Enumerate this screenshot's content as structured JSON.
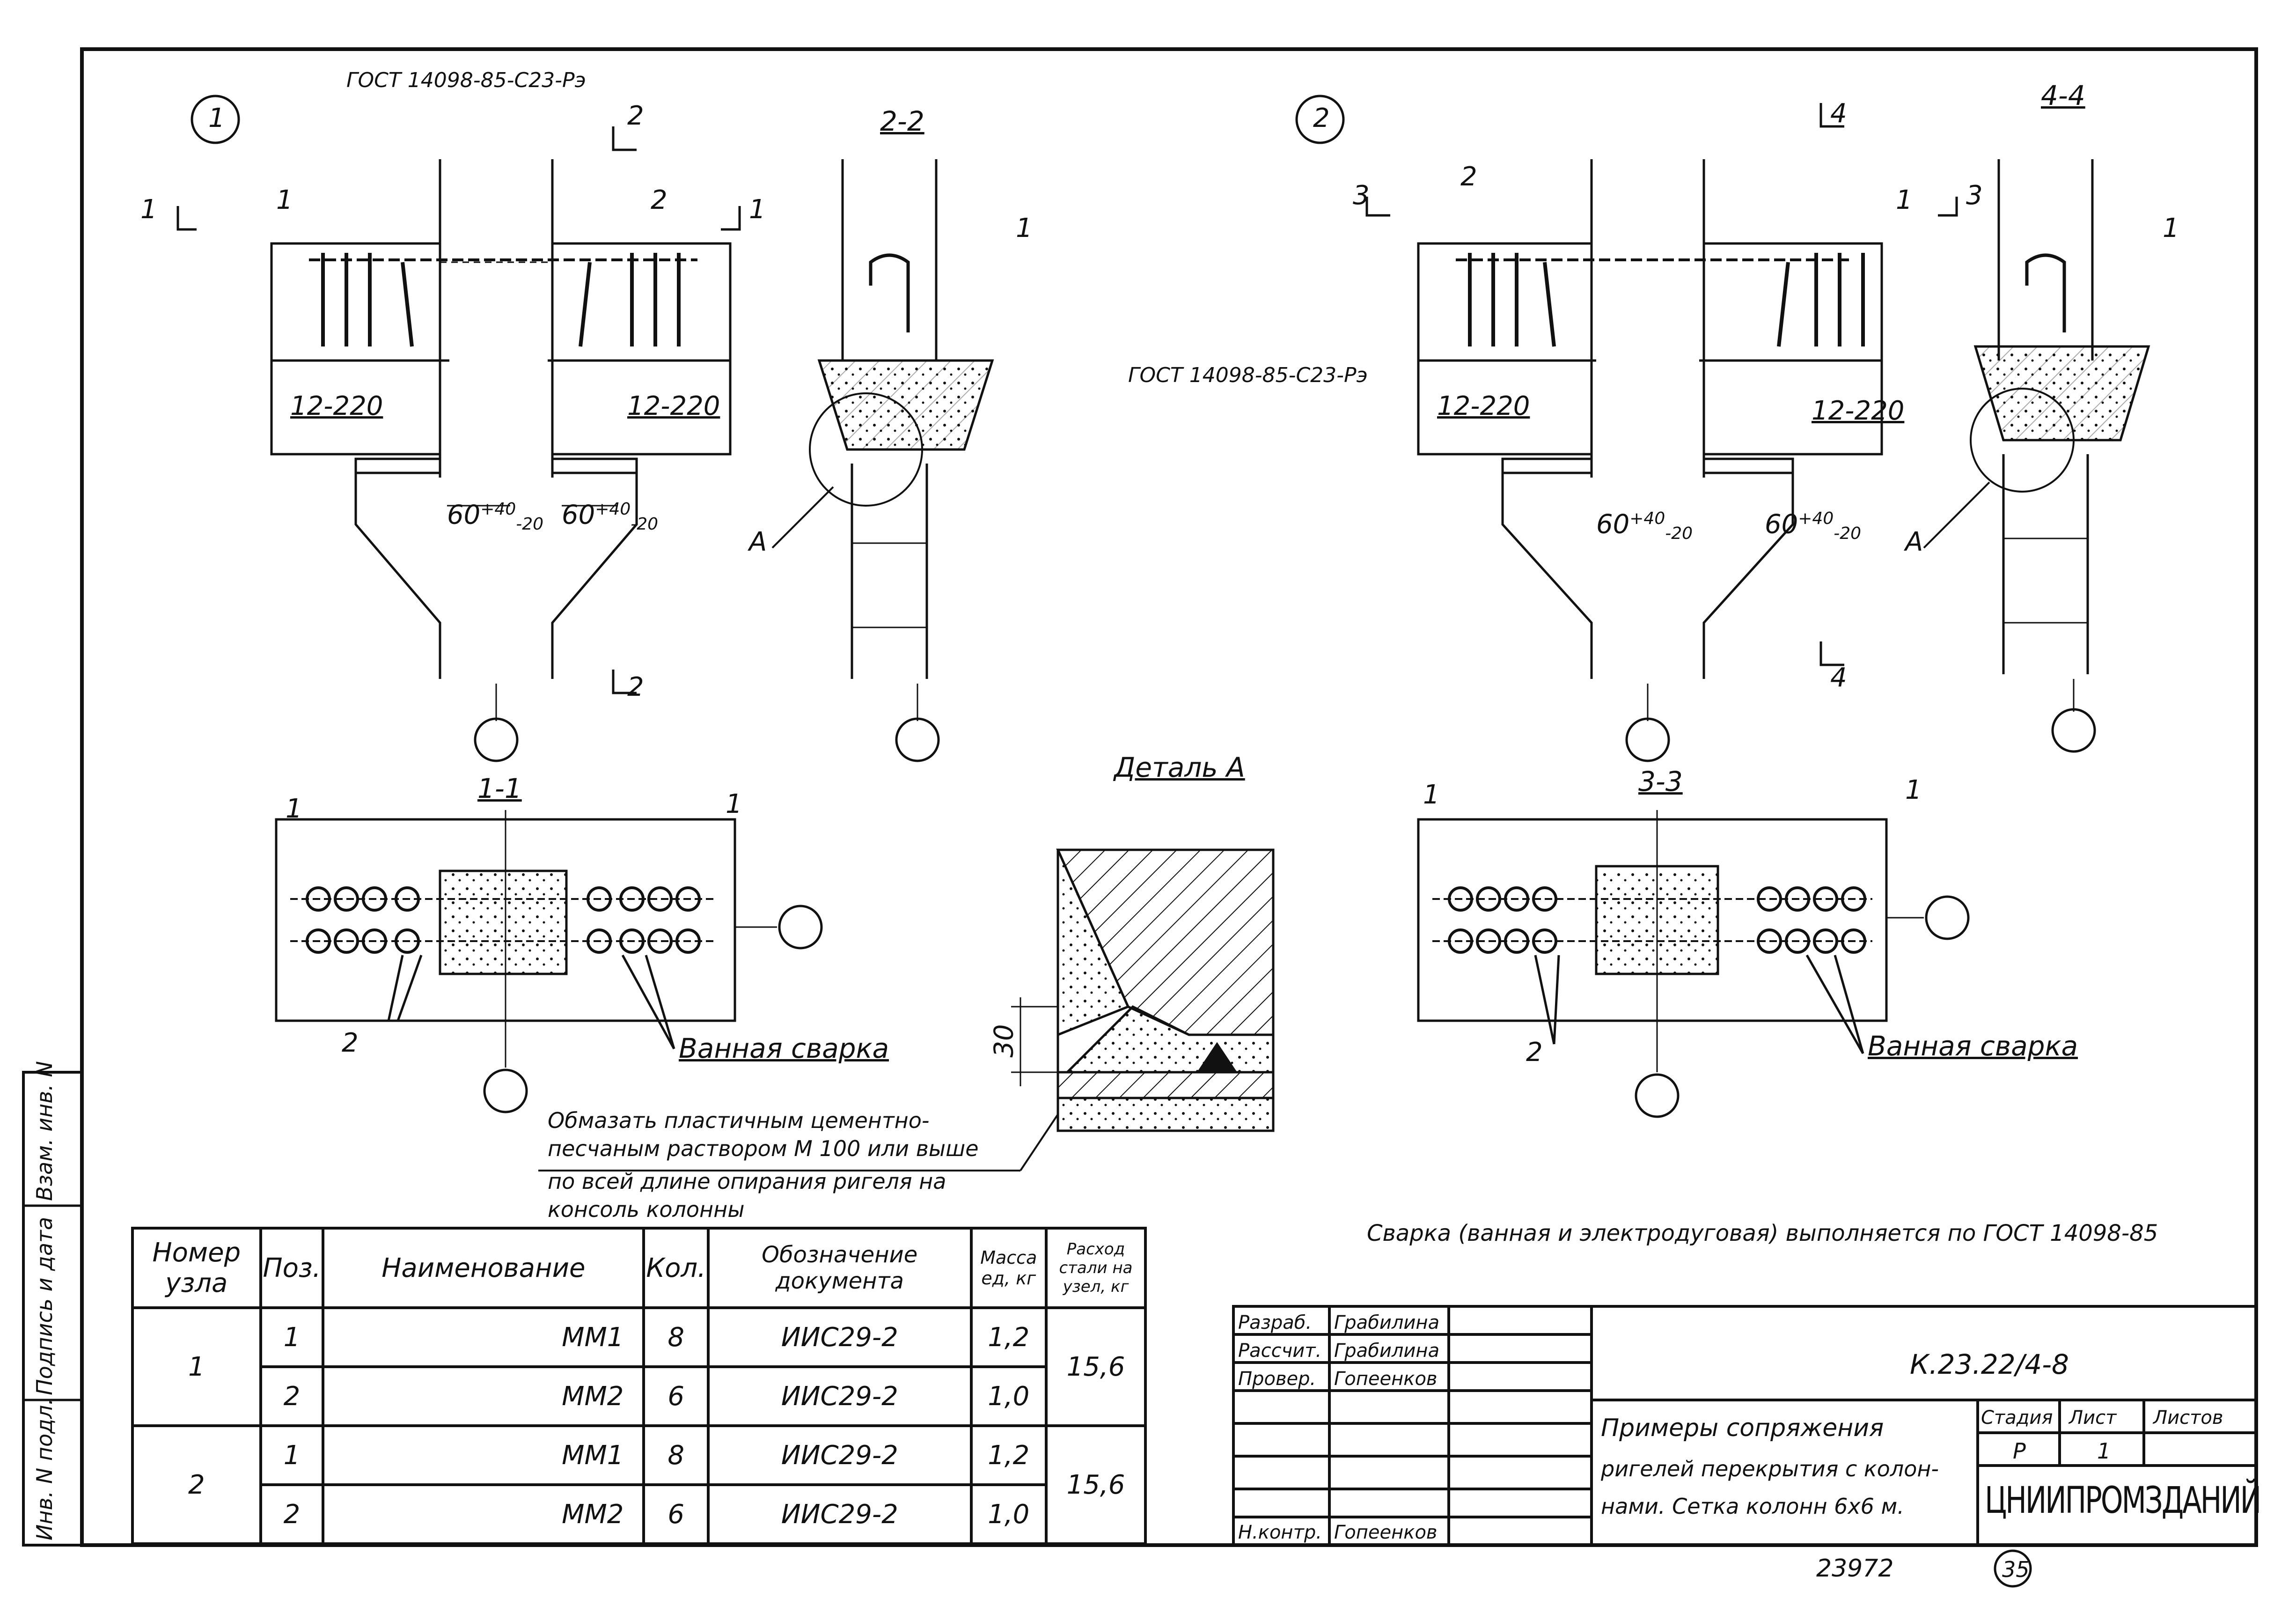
{
  "nodes": [
    {
      "number": "1",
      "section_a": "1-1",
      "section_b": "2-2"
    },
    {
      "number": "2",
      "section_a": "3-3",
      "section_b": "4-4"
    }
  ],
  "annotations": {
    "gost_weld": "ГОСТ 14098-85-С23-Рэ",
    "gost_weld_2": "ГОСТ 14098-85-С23-Рэ",
    "plate_left": "12-220",
    "plate_right": "12-220",
    "plate_left_2": "12-220",
    "plate_right_2": "12-220",
    "gap_base": "60",
    "gap_tol_plus": "+40",
    "gap_tol_minus": "-20",
    "detail_ref": "А",
    "detail_title": "Деталь А",
    "dim_30": "30",
    "bath_weld": "Ванная сварка",
    "mortar_note": [
      "Обмазать пластичным цементно-",
      "песчаным раствором М 100 или выше",
      "по всей длине опирания ригеля на",
      "консоль колонны"
    ],
    "weld_note": "Сварка (ванная и электродуговая) выполняется по ГОСТ 14098-85",
    "pos1": "1",
    "pos2": "2"
  },
  "section_marks": [
    "1",
    "2",
    "3",
    "4"
  ],
  "spec_table": {
    "headers": [
      "Номер узла",
      "Поз.",
      "Наименование",
      "Кол.",
      "Обозначение документа",
      "Масса ед, кг",
      "Расход стали на узел, кг"
    ],
    "rows": [
      {
        "node": "1",
        "pos": "1",
        "name": "ММ1",
        "qty": "8",
        "doc": "ИИС29-2",
        "mass": "1,2",
        "total": "15,6"
      },
      {
        "node": "",
        "pos": "2",
        "name": "ММ2",
        "qty": "6",
        "doc": "ИИС29-2",
        "mass": "1,0",
        "total": ""
      },
      {
        "node": "2",
        "pos": "1",
        "name": "ММ1",
        "qty": "8",
        "doc": "ИИС29-2",
        "mass": "1,2",
        "total": "15,6"
      },
      {
        "node": "",
        "pos": "2",
        "name": "ММ2",
        "qty": "6",
        "doc": "ИИС29-2",
        "mass": "1,0",
        "total": ""
      }
    ]
  },
  "side_stamp": [
    "Инв. N подл.",
    "Подпись и дата",
    "Взам. инв. N"
  ],
  "title_block": {
    "roles": [
      {
        "role": "Разраб.",
        "name": "Грабилина"
      },
      {
        "role": "Рассчит.",
        "name": "Грабилина"
      },
      {
        "role": "Провер.",
        "name": "Гопеенков"
      },
      {
        "role": "",
        "name": ""
      },
      {
        "role": "",
        "name": ""
      },
      {
        "role": "",
        "name": ""
      },
      {
        "role": "Н.контр.",
        "name": "Гопеенков"
      }
    ],
    "code": "К.23.22/4-8",
    "title": [
      "Примеры сопряжения",
      "ригелей перекрытия с колон-",
      "нами. Сетка колонн 6х6 м."
    ],
    "stage_label": "Стадия",
    "sheet_label": "Лист",
    "sheets_label": "Листов",
    "stage": "Р",
    "sheet": "1",
    "sheets": "",
    "org": "ЦНИИПРОМЗДАНИЙ",
    "archive_no": "23972",
    "page_no": "35"
  }
}
